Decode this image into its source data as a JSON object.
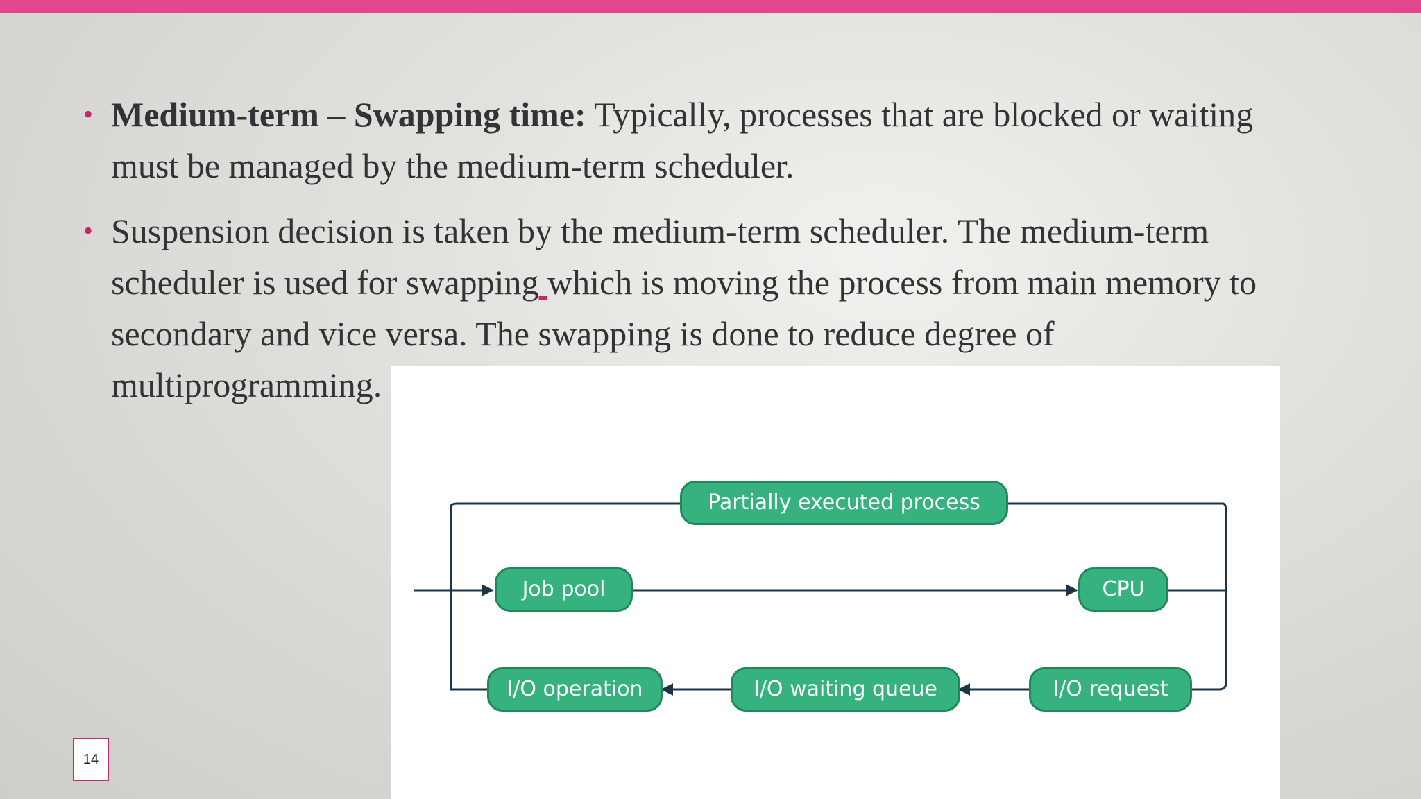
{
  "slide": {
    "bullets": [
      {
        "bold_lead": "Medium-term – Swapping time:",
        "text": " Typically, processes that are blocked or waiting must be managed by the medium-term scheduler."
      },
      {
        "text_before": "Suspension decision is taken by the medium-term scheduler. The medium-term scheduler is used for swapping",
        "marked": " ",
        "text_after": "which is moving the process from main memory to secondary and vice versa. The swapping is done to reduce degree of multiprogramming."
      }
    ],
    "page_number": "14"
  },
  "diagram": {
    "nodes": {
      "partially_executed": "Partially executed process",
      "job_pool": "Job pool",
      "cpu": "CPU",
      "io_operation": "I/O operation",
      "io_waiting_queue": "I/O waiting queue",
      "io_request": "I/O request"
    },
    "colors": {
      "node_fill": "#36b27e",
      "node_border": "#21875c",
      "line": "#1d3447"
    }
  },
  "theme": {
    "accent": "#e1468f",
    "bullet": "#c52a6a"
  }
}
